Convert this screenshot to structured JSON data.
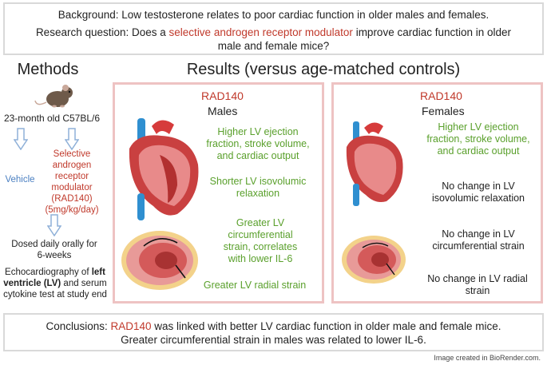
{
  "background": {
    "line1": "Background: Low testosterone relates to poor cardiac function in older males and females.",
    "line2_pre": "Research question: Does a ",
    "line2_red": "selective androgen receptor modulator",
    "line2_post": " improve cardiac function in older",
    "line3": "male and female mice?"
  },
  "methods": {
    "title": "Methods",
    "mouse": "23-month old C57BL/6",
    "vehicle": "Vehicle",
    "sarm_l1": "Selective",
    "sarm_l2": "androgen",
    "sarm_l3": "receptor",
    "sarm_l4": "modulator",
    "sarm_l5": "(RAD140)",
    "sarm_l6": "(5mg/kg/day)",
    "dosing_l1": "Dosed daily orally for",
    "dosing_l2": "6-weeks",
    "echo_l1": "Echocardiography of",
    "echo_bold1": "left",
    "echo_bold2": "ventricle (LV)",
    "echo_l2": " and serum",
    "echo_l3": "cytokine test at study end"
  },
  "results": {
    "title": "Results (versus age-matched controls)",
    "males": {
      "drug": "RAD140",
      "sex": "Males",
      "r1": [
        "Higher LV ejection",
        "fraction, stroke volume,",
        "and cardiac output"
      ],
      "r2": [
        "Shorter LV isovolumic",
        "relaxation"
      ],
      "r3": [
        "Greater LV",
        "circumferential",
        "strain, correlates",
        "with lower IL-6"
      ],
      "r4": [
        "Greater LV radial strain"
      ]
    },
    "females": {
      "drug": "RAD140",
      "sex": "Females",
      "r1": [
        "Higher LV ejection",
        "fraction, stroke volume,",
        "and cardiac output"
      ],
      "r2": [
        "No change in LV",
        "isovolumic relaxation"
      ],
      "r3": [
        "No change in LV",
        "circumferential strain"
      ],
      "r4": [
        "No change in LV radial",
        "strain"
      ]
    }
  },
  "conclusions": {
    "pre": "Conclusions: ",
    "red": "RAD140",
    "post": " was linked with better LV cardiac function in older male and female mice.",
    "line2": "Greater circumferential strain in males was related to lower IL-6."
  },
  "credit": "Image created in BioRender.com.",
  "colors": {
    "red": "#c0392b",
    "green": "#5aa02c",
    "blue": "#4a7fc1",
    "panel_border": "#eec3c3"
  }
}
